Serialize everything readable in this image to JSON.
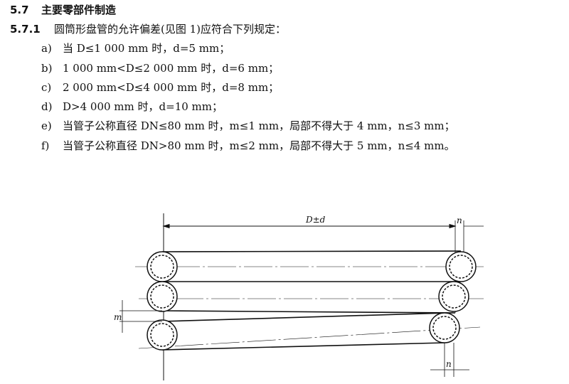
{
  "section": {
    "number": "5.7",
    "title": "主要零部件制造"
  },
  "clause": {
    "number": "5.7.1",
    "text": "圆筒形盘管的允许偏差(见图 1)应符合下列规定："
  },
  "items": [
    {
      "label": "a)",
      "text": "当 D≤1 000 mm 时，d=5 mm；"
    },
    {
      "label": "b)",
      "text": "1 000 mm<D≤2 000 mm 时，d=6 mm；"
    },
    {
      "label": "c)",
      "text": "2 000 mm<D≤4 000 mm 时，d=8 mm；"
    },
    {
      "label": "d)",
      "text": "D>4 000 mm 时，d=10 mm；"
    },
    {
      "label": "e)",
      "text": "当管子公称直径 DN≤80 mm 时，m≤1 mm，局部不得大于 4 mm，n≤3 mm；"
    },
    {
      "label": "f)",
      "text": "当管子公称直径 DN>80 mm 时，m≤2 mm，局部不得大于 5 mm，n≤4 mm。"
    }
  ],
  "figure": {
    "dim_label": "D±d",
    "n_top": "n",
    "n_bottom": "n",
    "m_label": "m"
  }
}
